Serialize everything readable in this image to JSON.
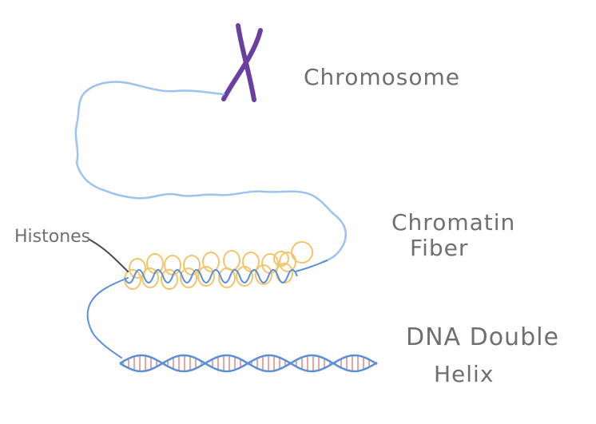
{
  "labels": {
    "chromosome": "Chromosome",
    "chromatin_line1": "Chromatin",
    "chromatin_line2": "Fiber",
    "dna_line1": "DNA Double",
    "dna_line2": "Helix",
    "histones": "Histones"
  },
  "colors": {
    "chromosome": "#6b3fa0",
    "fiber": "#9cc3ee",
    "strand": "#5b8fd8",
    "histone": "#f2c56b",
    "base_pairs": "#d98b80",
    "text": "#6f6f6f",
    "pointer": "#4a4a4a"
  }
}
